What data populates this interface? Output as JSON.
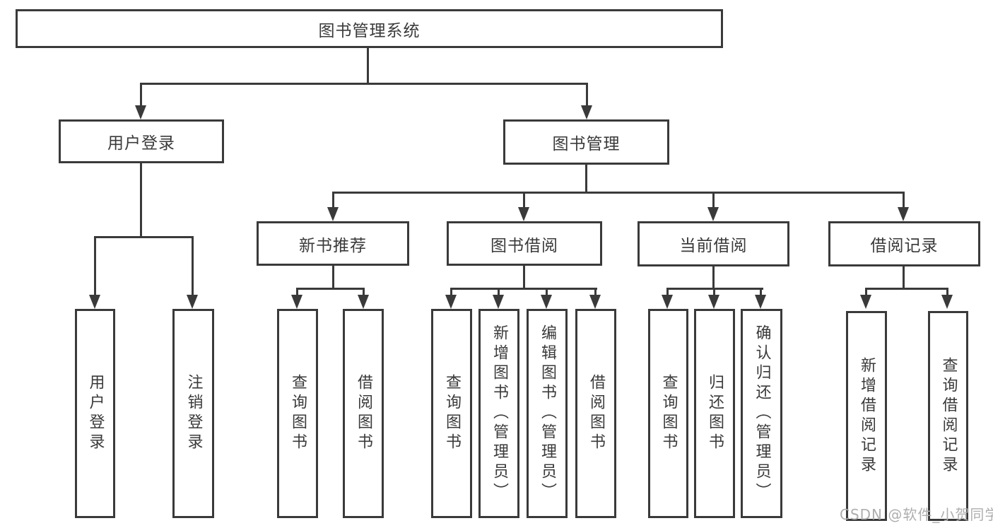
{
  "diagram": {
    "title": "图书管理系统",
    "root": {
      "label": "图书管理系统"
    },
    "level1": [
      {
        "label": "用户登录"
      },
      {
        "label": "图书管理"
      }
    ],
    "level2": [
      {
        "label": "新书推荐",
        "parent": "图书管理"
      },
      {
        "label": "图书借阅",
        "parent": "图书管理"
      },
      {
        "label": "当前借阅",
        "parent": "图书管理"
      },
      {
        "label": "借阅记录",
        "parent": "图书管理"
      }
    ],
    "leaves": [
      {
        "label": "用户登录",
        "parent": "用户登录"
      },
      {
        "label": "注销登录",
        "parent": "用户登录"
      },
      {
        "label": "查询图书",
        "parent": "新书推荐"
      },
      {
        "label": "借阅图书",
        "parent": "新书推荐"
      },
      {
        "label": "查询图书",
        "parent": "图书借阅"
      },
      {
        "label": "新增图书（管理员）",
        "parent": "图书借阅"
      },
      {
        "label": "编辑图书（管理员）",
        "parent": "图书借阅"
      },
      {
        "label": "借阅图书",
        "parent": "图书借阅"
      },
      {
        "label": "查询图书",
        "parent": "当前借阅"
      },
      {
        "label": "归还图书",
        "parent": "当前借阅"
      },
      {
        "label": "确认归还（管理员）",
        "parent": "当前借阅"
      },
      {
        "label": "新增借阅记录",
        "parent": "借阅记录"
      },
      {
        "label": "查询借阅记录",
        "parent": "借阅记录"
      }
    ],
    "watermark": "CSDN @软件_小贺同学",
    "colors": {
      "line": "#3a3a3a",
      "text": "#3a3a3a",
      "box_fill": "#ffffff",
      "watermark": "#aeaeae",
      "background": "#ffffff"
    }
  }
}
